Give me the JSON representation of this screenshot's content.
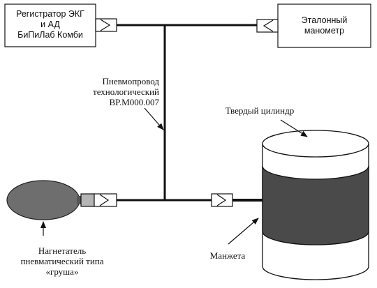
{
  "registrator": {
    "lines": [
      "Регистратор ЭКГ",
      "и АД",
      "БиПиЛаб Комби"
    ]
  },
  "manometer": {
    "lines": [
      "Эталонный",
      "манометр"
    ]
  },
  "pipeline": {
    "lines": [
      "Пневмопровод",
      "технологический",
      "BP.M000.007"
    ]
  },
  "cylinder": {
    "label": "Твердый цилиндр"
  },
  "cuff": {
    "label": "Манжета"
  },
  "pump": {
    "lines": [
      "Нагнетатель",
      "пневматический типа",
      "«груша»"
    ]
  }
}
